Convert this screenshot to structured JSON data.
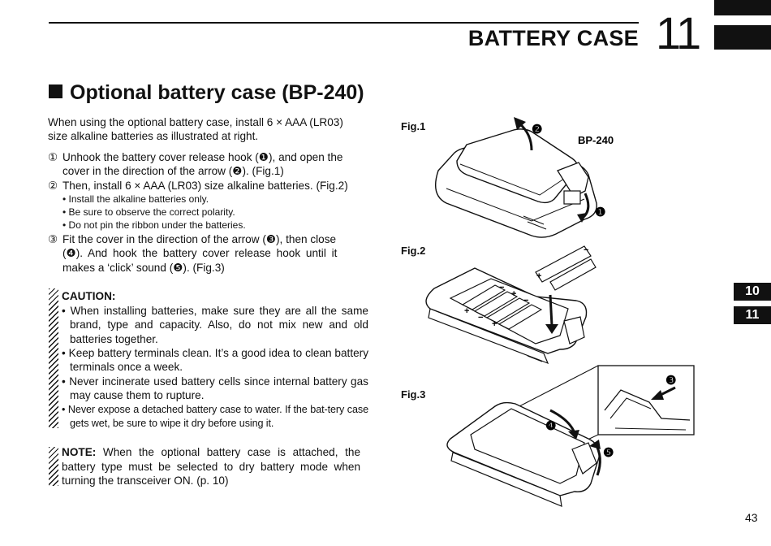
{
  "header": {
    "chapter_title": "BATTERY CASE",
    "chapter_number": "11"
  },
  "section": {
    "title": "Optional battery case (BP-240)"
  },
  "intro": {
    "line1": "When using the optional battery case, install 6 × AAA (LR03)",
    "line2": "size alkaline batteries as illustrated at right."
  },
  "steps": [
    {
      "num": "①",
      "line1": "Unhook the battery cover release hook (❶), and open the",
      "line2": "cover in the direction of the arrow (❷). (Fig.1)"
    },
    {
      "num": "②",
      "line1": "Then, install 6 × AAA (LR03) size alkaline batteries. (Fig.2)"
    },
    {
      "num": "③",
      "line1": "Fit the cover in the direction of the arrow (❸), then close",
      "line2": "(❹). And hook the battery cover release hook until it",
      "line3": "makes a ‘click’ sound (❺).  (Fig.3)"
    }
  ],
  "step2_notes": [
    "Install the alkaline batteries only.",
    "Be sure to observe the correct polarity.",
    "Do not pin the ribbon under the batteries."
  ],
  "caution": {
    "title": "CAUTION:",
    "items": [
      "When installing batteries, make sure they are all the same brand, type and capacity. Also, do not mix new and old batteries together.",
      "Keep battery terminals clean. It’s a good idea to clean battery terminals once a week.",
      "Never incinerate used battery cells since internal battery gas may cause them to rupture.",
      "Never expose a detached battery case to water. If the bat-tery case gets wet, be sure to wipe it dry before using it."
    ]
  },
  "note": {
    "label": "NOTE:",
    "text": " When the optional battery case is attached, the battery type must be selected to dry battery mode when turning the transceiver ON. (p. 10)"
  },
  "figures": {
    "fig1_label": "Fig.1",
    "fig1_model": "BP-240",
    "fig2_label": "Fig.2",
    "fig3_label": "Fig.3",
    "marker_1": "❶",
    "marker_2": "❷",
    "marker_3": "❸",
    "marker_4": "❹",
    "marker_5": "❺",
    "plus": "+",
    "minus": "−"
  },
  "side_tabs": [
    "10",
    "11"
  ],
  "page_number": "43"
}
